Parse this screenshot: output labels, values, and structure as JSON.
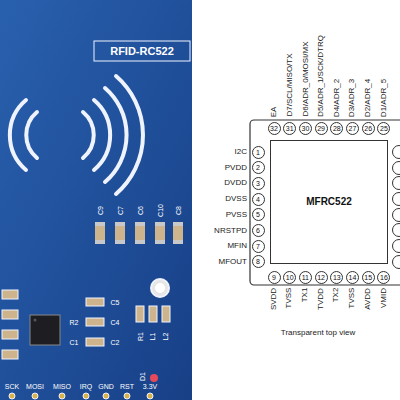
{
  "diagram": {
    "caption": "Transparent top view",
    "nodes": [
      {
        "text": [
          "MFRC522"
        ]
      },
      {
        "text": [
          "1"
        ]
      },
      {
        "text": [
          "2"
        ]
      },
      {
        "text": [
          "3"
        ]
      },
      {
        "text": [
          "4"
        ]
      },
      {
        "text": [
          "5"
        ]
      },
      {
        "text": [
          "6"
        ]
      },
      {
        "text": [
          "7"
        ]
      },
      {
        "text": [
          "8"
        ]
      },
      {
        "text": [
          "9"
        ]
      },
      {
        "text": [
          "10"
        ]
      },
      {
        "text": [
          "11"
        ]
      },
      {
        "text": [
          "12"
        ]
      },
      {
        "text": [
          "13"
        ]
      },
      {
        "text": [
          "14"
        ]
      },
      {
        "text": [
          "15"
        ]
      },
      {
        "text": [
          "16"
        ]
      },
      {
        "text": [
          "32"
        ]
      },
      {
        "text": [
          "31"
        ]
      },
      {
        "text": [
          "30"
        ]
      },
      {
        "text": [
          "29"
        ]
      },
      {
        "text": [
          "28"
        ]
      },
      {
        "text": [
          "27"
        ]
      },
      {
        "text": [
          "26"
        ]
      },
      {
        "text": [
          "25"
        ]
      }
    ],
    "labels": [
      "RFID-RC522",
      "C9",
      "C7",
      "C6",
      "C10",
      "C8",
      "C5",
      "R2",
      "C4",
      "C1",
      "C2",
      "R1",
      "L1",
      "L2",
      "D1",
      "SCK",
      "MOSI",
      "MISO",
      "IRQ",
      "GND",
      "RST",
      "3.3V",
      "I2C",
      "PVDD",
      "DVDD",
      "DVSS",
      "PVSS",
      "NRSTPD",
      "MFIN",
      "MFOUT",
      "SVDD",
      "TVSS",
      "TX1",
      "TVDD",
      "TX2",
      "TVSS",
      "AVDD",
      "VMID",
      "EA",
      "D7/SCL/MISO/TX",
      "D6/ADR_0/MOSI/MX",
      "D5/ADR_1/SCK/DTRQ",
      "D4/ADR_2",
      "D3/ADR_3",
      "D2/ADR_4",
      "D1/ADR_5"
    ]
  }
}
